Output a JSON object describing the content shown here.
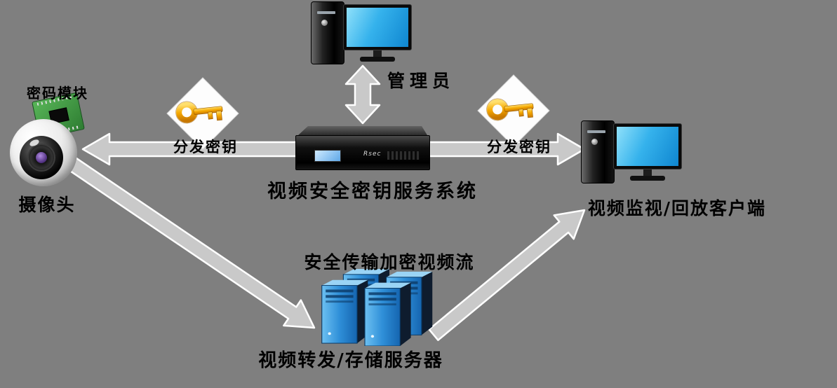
{
  "background": "#7f7f7f",
  "nodes": {
    "admin": {
      "label": "管理员",
      "icon": "desktop-computer-icon"
    },
    "key_server": {
      "label": "视频安全密钥服务系统",
      "brand": "Rsec",
      "icon": "rack-server-icon"
    },
    "camera": {
      "label": "摄像头",
      "icon": "dome-camera-icon"
    },
    "crypto_module": {
      "label": "密码模块",
      "icon": "green-pcb-icon"
    },
    "client": {
      "label": "视频监视/回放客户端",
      "icon": "desktop-computer-icon"
    },
    "storage": {
      "label": "视频转发/存储服务器",
      "icon": "server-tower-cluster-icon"
    }
  },
  "edges": {
    "admin_keyserver": {
      "from": "admin",
      "to": "key_server",
      "style": "double-headed-arrow"
    },
    "key_left": {
      "from": "key_server",
      "to": "camera",
      "label": "分发密钥",
      "icon": "gold-key-icon"
    },
    "key_right": {
      "from": "key_server",
      "to": "client",
      "label": "分发密钥",
      "icon": "gold-key-icon"
    },
    "stream_upload": {
      "from": "camera",
      "to": "storage"
    },
    "stream_playback": {
      "from": "storage",
      "to": "client"
    },
    "stream_label": "安全传输加密视频流"
  },
  "colors": {
    "arrow_fill": "#c9c9c9",
    "arrow_outline": "#ffffff",
    "key_gold": "#f5a800",
    "screen_blue": "#2fb3ea",
    "tower_blue": "#2f8fd8",
    "pcb_green": "#3f9e3f"
  }
}
